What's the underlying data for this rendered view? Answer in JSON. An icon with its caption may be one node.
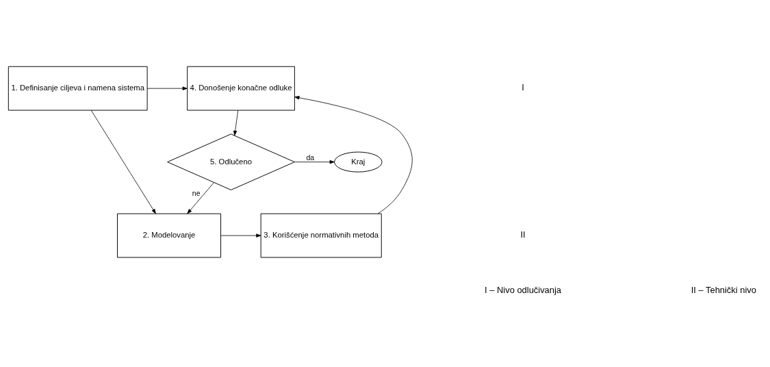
{
  "diagram": {
    "nodes": [
      {
        "text": [
          "1. Definisanje ciljeva i namena sistema"
        ]
      },
      {
        "text": [
          "4. Donošenje konačne odluke"
        ]
      },
      {
        "text": [
          "5. Odlučeno"
        ]
      },
      {
        "text": [
          "Kraj"
        ]
      },
      {
        "text": [
          "2. Modelovanje"
        ]
      },
      {
        "text": [
          "3. Korišćenje normativnih metoda"
        ]
      }
    ],
    "edges": [
      {
        "from": 0,
        "to": 1,
        "arrow": "to"
      },
      {
        "from": 1,
        "to": 2,
        "arrow": "to"
      },
      {
        "from": 0,
        "to": 4,
        "arrow": "to"
      },
      {
        "from": 2,
        "to": 4,
        "arrow": "to",
        "label": "ne"
      },
      {
        "from": 2,
        "to": 3,
        "arrow": "to",
        "label": "da"
      },
      {
        "from": 4,
        "to": 5,
        "arrow": "to"
      },
      {
        "from": 5,
        "to": 1,
        "arrow": "to"
      }
    ],
    "labels": [
      "I",
      "II",
      "I – Nivo odlučivanja",
      "II – Tehnički nivo"
    ]
  }
}
